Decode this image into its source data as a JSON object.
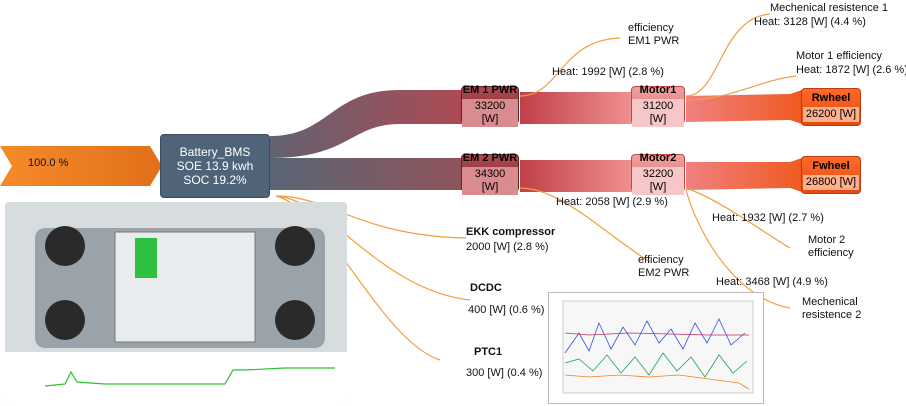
{
  "input": {
    "percent": "100.0 %"
  },
  "battery": {
    "name": "Battery_BMS",
    "soe": "SOE 13.9 kwh",
    "soc": "SOC 19.2%"
  },
  "nodes": {
    "em1": {
      "name": "EM 1 PWR",
      "value": "33200 [W]"
    },
    "em2": {
      "name": "EM 2 PWR",
      "value": "34300 [W]"
    },
    "motor1": {
      "name": "Motor1",
      "value": "31200 [W]"
    },
    "motor2": {
      "name": "Motor2",
      "value": "32200 [W]"
    },
    "rwheel": {
      "name": "Rwheel",
      "value": "26200 [W]"
    },
    "fwheel": {
      "name": "Fwheel",
      "value": "26800 [W]"
    }
  },
  "labels": {
    "em1_eff_1": "efficiency",
    "em1_eff_2": "EM1 PWR",
    "em1_heat": "Heat: 1992 [W] (2.8 %)",
    "mech1": "Mechenical resistence 1",
    "mech1_heat": "Heat: 3128 [W] (4.4 %)",
    "m1eff": "Motor 1 efficiency",
    "m1eff_heat": "Heat: 1872 [W] (2.6 %)",
    "em2_heat": "Heat: 2058 [W] (2.9 %)",
    "em2_eff_1": "efficiency",
    "em2_eff_2": "EM2 PWR",
    "ekk_name": "EKK compressor",
    "ekk_val": "2000 [W] (2.8 %)",
    "dcdc_name": "DCDC",
    "dcdc_val": "400 [W] (0.6 %)",
    "ptc_name": "PTC1",
    "ptc_val": "300 [W] (0.4 %)",
    "m2eff_heat": "Heat: 1932 [W] (2.7 %)",
    "m2eff_1": "Motor 2",
    "m2eff_2": "efficiency",
    "mech2_heat": "Heat: 3468 [W] (4.9 %)",
    "mech2_1": "Mechenical",
    "mech2_2": "resistence 2"
  },
  "colors": {
    "input_arrow": "#f07c1c",
    "battery": "#4f6478",
    "em_flow": "#9a3a42",
    "motor_flow": "#e06060",
    "wheel_flow": "#f05a20",
    "leader": "#f0a040"
  }
}
